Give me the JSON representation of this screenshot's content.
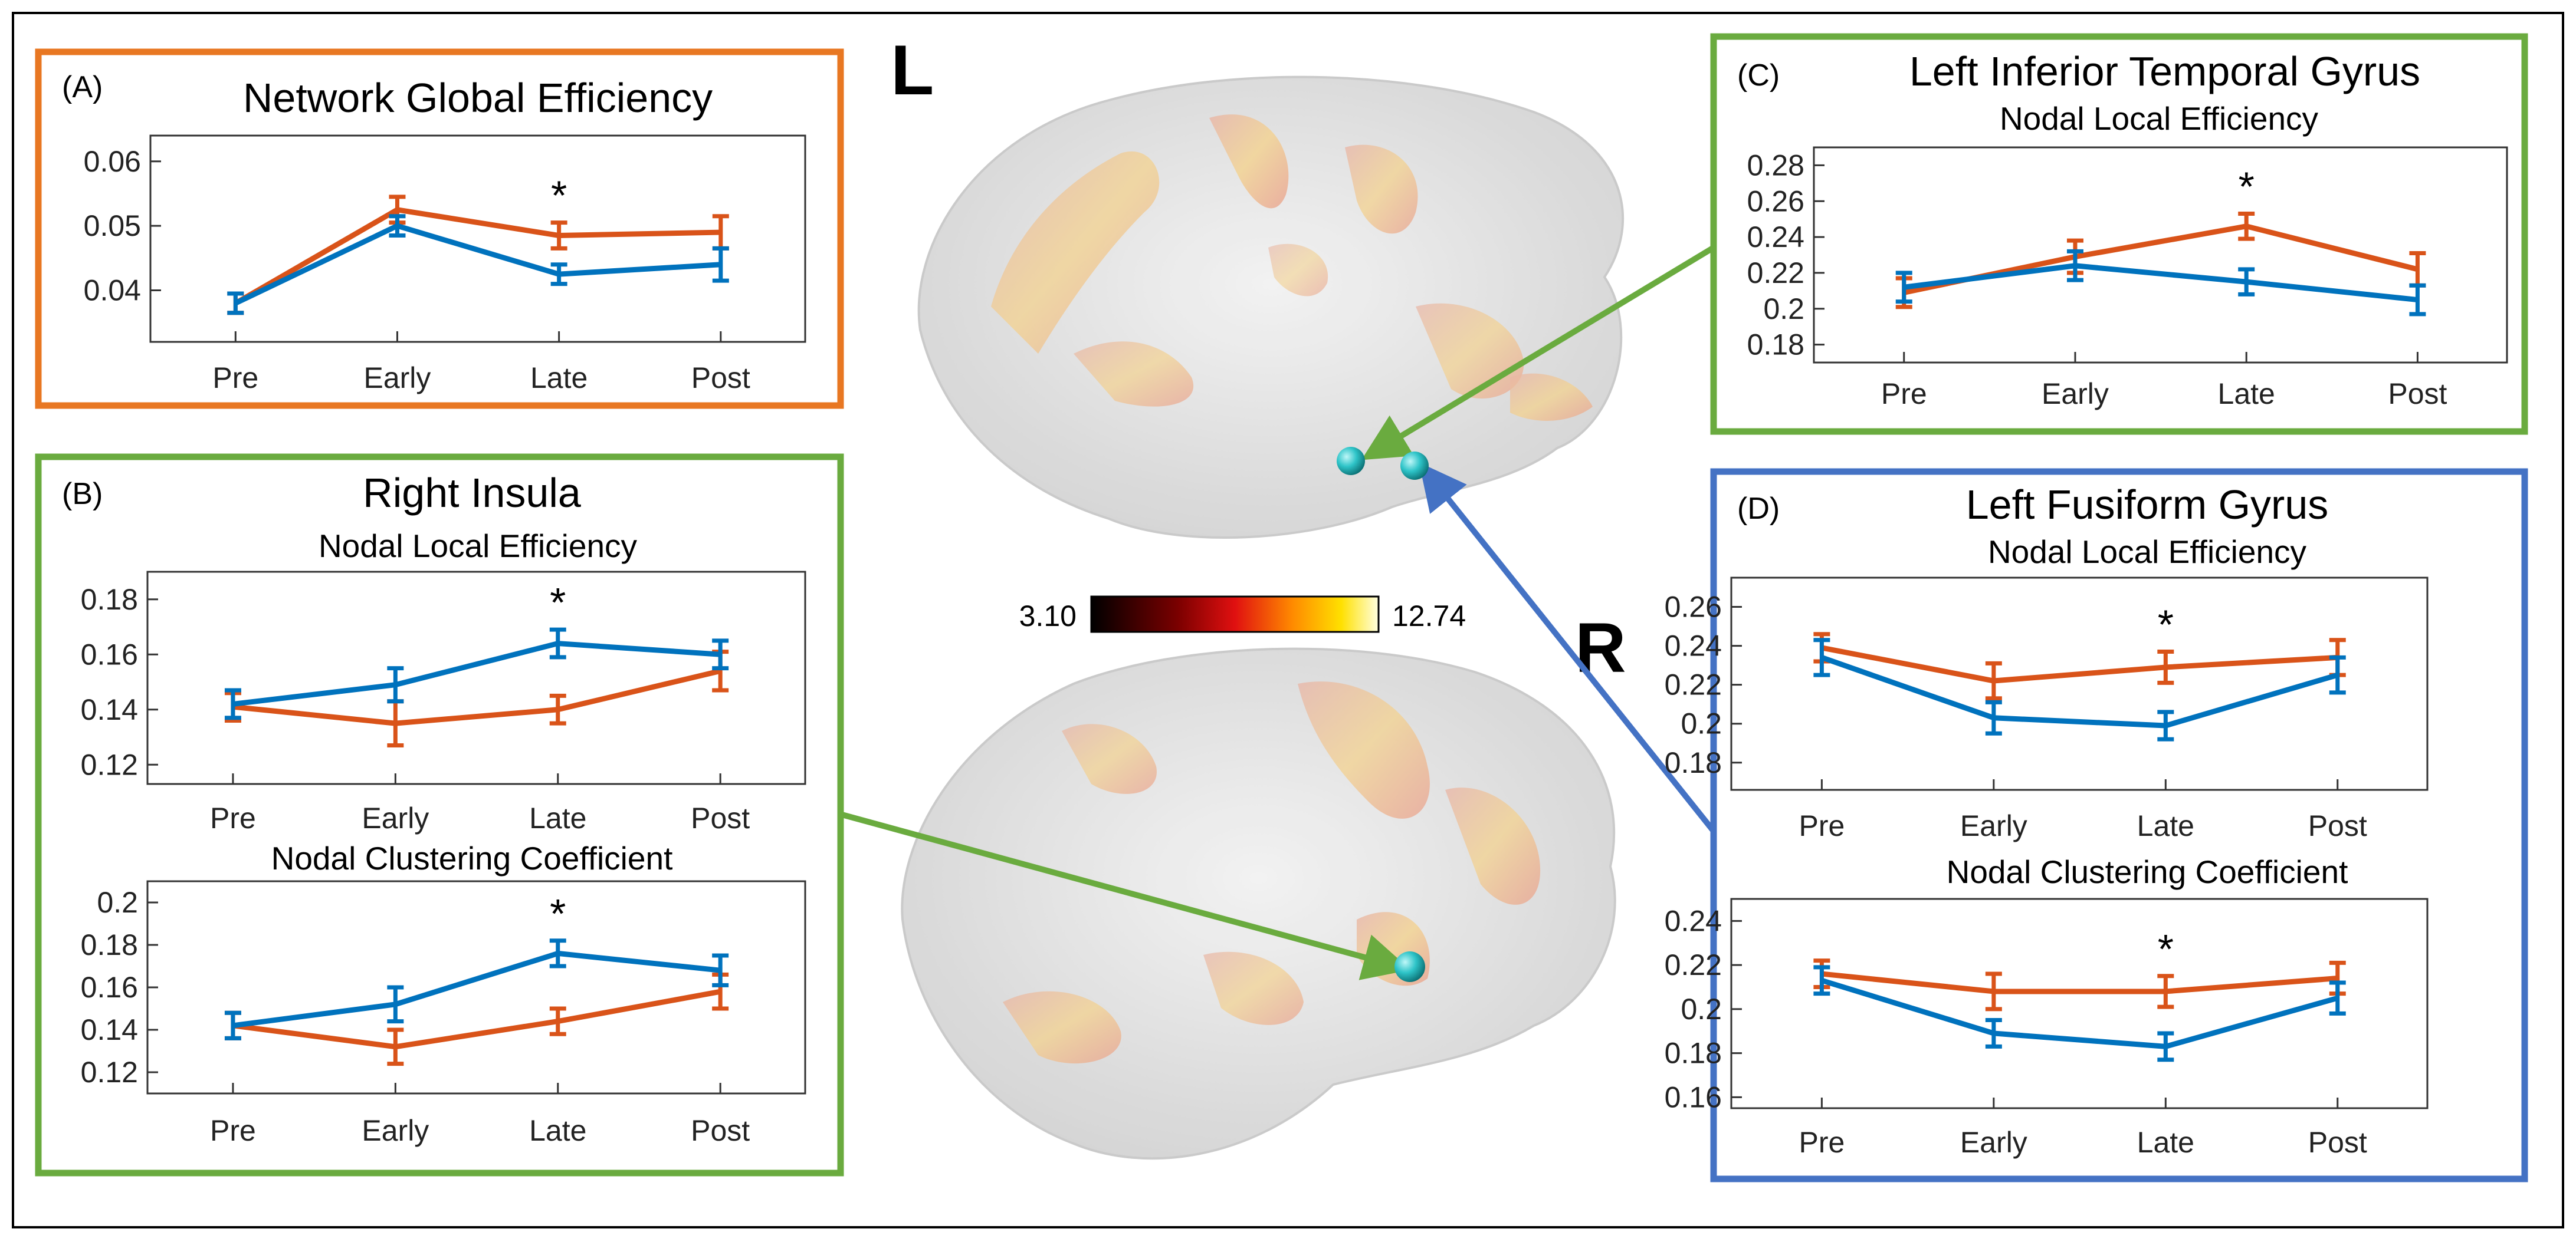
{
  "brain": {
    "hemisphere_left_label": "L",
    "hemisphere_right_label": "R",
    "colorbar_min": "3.10",
    "colorbar_max": "12.74"
  },
  "colors": {
    "group1": "#D95319",
    "group2": "#0072BD",
    "frame_orange": "#E87722",
    "frame_green": "#6AAB3F",
    "frame_blue": "#4472C4",
    "node": "#2EC4C8"
  },
  "panels": [
    {
      "letter": "(A)",
      "title": "Network Global Efficiency",
      "frame_color": "#E87722",
      "charts": [
        {
          "subtitle": "",
          "categories": [
            "Pre",
            "Early",
            "Late",
            "Post"
          ],
          "yticks": [
            "0.04",
            "0.05",
            "0.06"
          ],
          "ylim": [
            0.032,
            0.064
          ],
          "significance": "*",
          "significance_index": 2
        }
      ]
    },
    {
      "letter": "(B)",
      "title": "Right Insula",
      "frame_color": "#6AAB3F",
      "charts": [
        {
          "subtitle": "Nodal Local Efficiency",
          "categories": [
            "Pre",
            "Early",
            "Late",
            "Post"
          ],
          "yticks": [
            "0.12",
            "0.14",
            "0.16",
            "0.18"
          ],
          "ylim": [
            0.113,
            0.19
          ],
          "significance": "*",
          "significance_index": 2
        },
        {
          "subtitle": "Nodal Clustering Coefficient",
          "categories": [
            "Pre",
            "Early",
            "Late",
            "Post"
          ],
          "yticks": [
            "0.12",
            "0.14",
            "0.16",
            "0.18",
            "0.2"
          ],
          "ylim": [
            0.11,
            0.21
          ],
          "significance": "*",
          "significance_index": 2
        }
      ]
    },
    {
      "letter": "(C)",
      "title": "Left Inferior Temporal Gyrus",
      "frame_color": "#6AAB3F",
      "charts": [
        {
          "subtitle": "Nodal Local Efficiency",
          "categories": [
            "Pre",
            "Early",
            "Late",
            "Post"
          ],
          "yticks": [
            "0.18",
            "0.2",
            "0.22",
            "0.24",
            "0.26",
            "0.28"
          ],
          "ylim": [
            0.17,
            0.29
          ],
          "significance": "*",
          "significance_index": 2
        }
      ]
    },
    {
      "letter": "(D)",
      "title": "Left Fusiform Gyrus",
      "frame_color": "#4472C4",
      "charts": [
        {
          "subtitle": "Nodal Local Efficiency",
          "categories": [
            "Pre",
            "Early",
            "Late",
            "Post"
          ],
          "yticks": [
            "0.18",
            "0.2",
            "0.22",
            "0.24",
            "0.26"
          ],
          "ylim": [
            0.166,
            0.275
          ],
          "significance": "*",
          "significance_index": 2
        },
        {
          "subtitle": "Nodal Clustering Coefficient",
          "categories": [
            "Pre",
            "Early",
            "Late",
            "Post"
          ],
          "yticks": [
            "0.16",
            "0.18",
            "0.2",
            "0.22",
            "0.24"
          ],
          "ylim": [
            0.155,
            0.25
          ],
          "significance": "*",
          "significance_index": 2
        }
      ]
    }
  ],
  "chart_data": [
    {
      "type": "line",
      "title": "Network Global Efficiency",
      "categories": [
        "Pre",
        "Early",
        "Late",
        "Post"
      ],
      "ylim": [
        0.032,
        0.064
      ],
      "series": [
        {
          "values": [
            0.038,
            0.0525,
            0.0485,
            0.049
          ],
          "errors": [
            0.0015,
            0.002,
            0.002,
            0.0025
          ]
        },
        {
          "values": [
            0.038,
            0.05,
            0.0425,
            0.044
          ],
          "errors": [
            0.0015,
            0.0015,
            0.0015,
            0.0025
          ]
        }
      ]
    },
    {
      "type": "line",
      "title": "Right Insula",
      "subtitle": "Nodal Local Efficiency",
      "categories": [
        "Pre",
        "Early",
        "Late",
        "Post"
      ],
      "ylim": [
        0.113,
        0.19
      ],
      "series": [
        {
          "values": [
            0.141,
            0.135,
            0.14,
            0.154
          ],
          "errors": [
            0.005,
            0.008,
            0.005,
            0.007
          ]
        },
        {
          "values": [
            0.142,
            0.149,
            0.164,
            0.16
          ],
          "errors": [
            0.005,
            0.006,
            0.005,
            0.005
          ]
        }
      ]
    },
    {
      "type": "line",
      "title": "Right Insula",
      "subtitle": "Nodal Clustering Coefficient",
      "categories": [
        "Pre",
        "Early",
        "Late",
        "Post"
      ],
      "ylim": [
        0.11,
        0.21
      ],
      "series": [
        {
          "values": [
            0.142,
            0.132,
            0.144,
            0.158
          ],
          "errors": [
            0.006,
            0.008,
            0.006,
            0.008
          ]
        },
        {
          "values": [
            0.142,
            0.152,
            0.176,
            0.168
          ],
          "errors": [
            0.006,
            0.008,
            0.006,
            0.007
          ]
        }
      ]
    },
    {
      "type": "line",
      "title": "Left Inferior Temporal Gyrus",
      "subtitle": "Nodal Local Efficiency",
      "categories": [
        "Pre",
        "Early",
        "Late",
        "Post"
      ],
      "ylim": [
        0.17,
        0.29
      ],
      "series": [
        {
          "values": [
            0.209,
            0.229,
            0.246,
            0.222
          ],
          "errors": [
            0.008,
            0.009,
            0.007,
            0.009
          ]
        },
        {
          "values": [
            0.212,
            0.224,
            0.215,
            0.205
          ],
          "errors": [
            0.008,
            0.008,
            0.007,
            0.008
          ]
        }
      ]
    },
    {
      "type": "line",
      "title": "Left Fusiform Gyrus",
      "subtitle": "Nodal Local Efficiency",
      "categories": [
        "Pre",
        "Early",
        "Late",
        "Post"
      ],
      "ylim": [
        0.166,
        0.275
      ],
      "series": [
        {
          "values": [
            0.239,
            0.222,
            0.229,
            0.234
          ],
          "errors": [
            0.007,
            0.009,
            0.008,
            0.009
          ]
        },
        {
          "values": [
            0.234,
            0.203,
            0.199,
            0.225
          ],
          "errors": [
            0.009,
            0.008,
            0.007,
            0.009
          ]
        }
      ]
    },
    {
      "type": "line",
      "title": "Left Fusiform Gyrus",
      "subtitle": "Nodal Clustering Coefficient",
      "categories": [
        "Pre",
        "Early",
        "Late",
        "Post"
      ],
      "ylim": [
        0.155,
        0.25
      ],
      "series": [
        {
          "values": [
            0.216,
            0.208,
            0.208,
            0.214
          ],
          "errors": [
            0.006,
            0.008,
            0.007,
            0.007
          ]
        },
        {
          "values": [
            0.213,
            0.189,
            0.183,
            0.205
          ],
          "errors": [
            0.006,
            0.006,
            0.006,
            0.007
          ]
        }
      ]
    }
  ]
}
